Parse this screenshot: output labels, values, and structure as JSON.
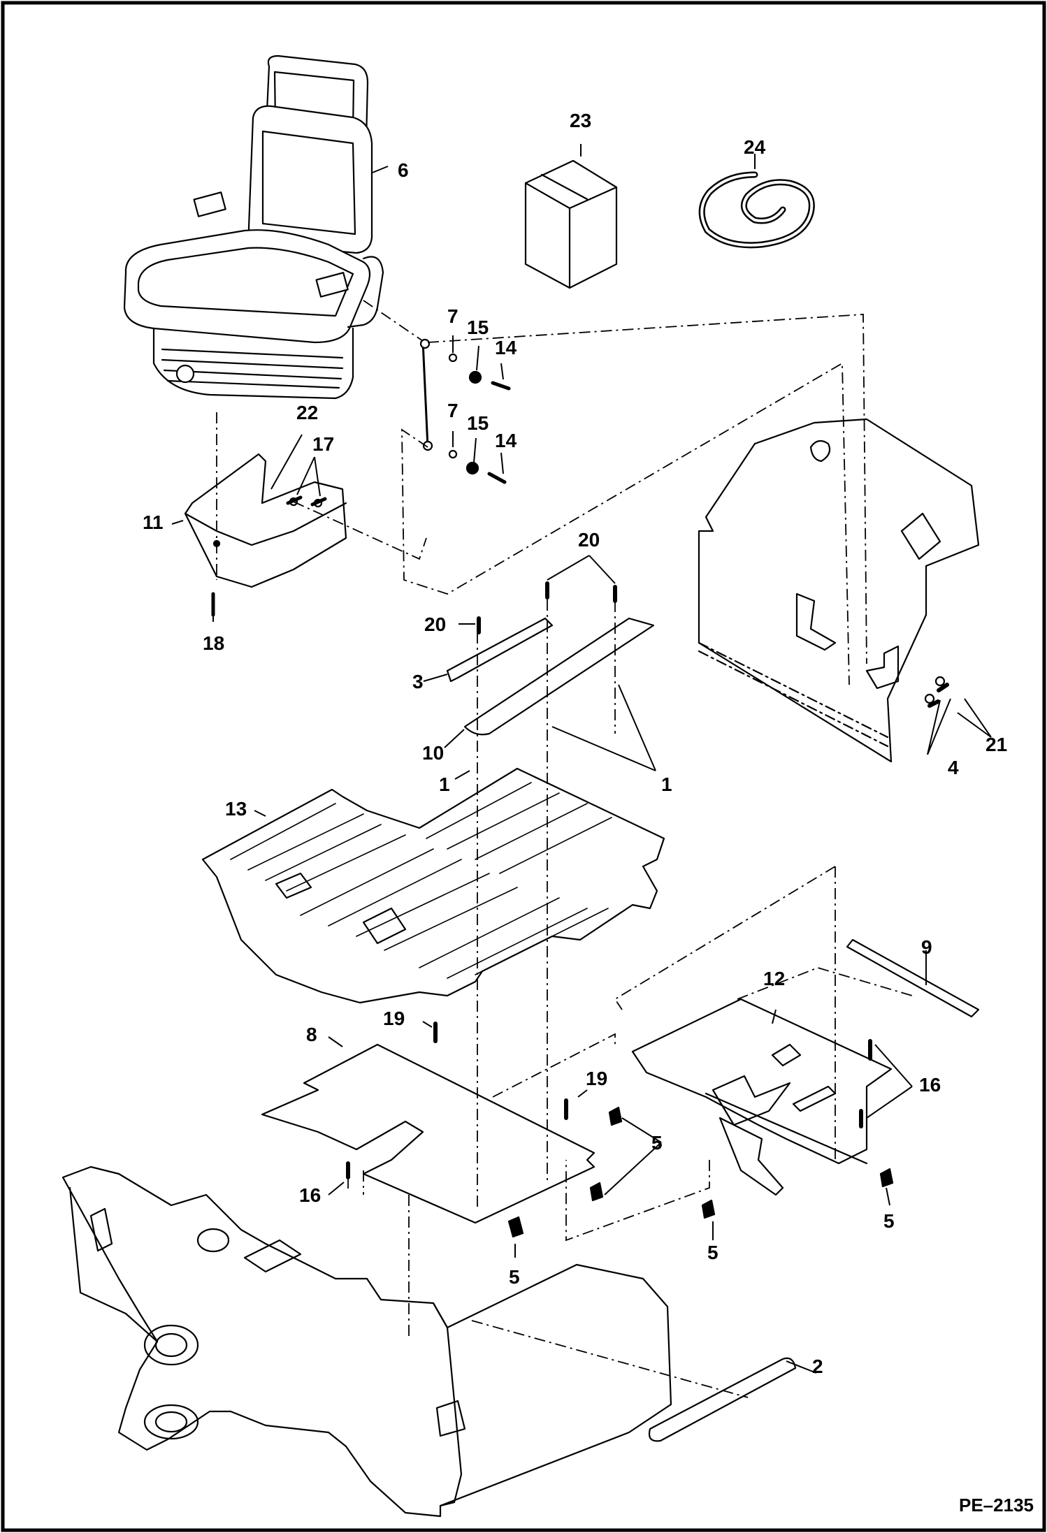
{
  "drawing_number": "PE–2135",
  "callouts": {
    "c1a": "1",
    "c1b": "1",
    "c2": "2",
    "c3": "3",
    "c4": "4",
    "c5a": "5",
    "c5b": "5",
    "c5c": "5",
    "c5d": "5",
    "c6": "6",
    "c7a": "7",
    "c7b": "7",
    "c8": "8",
    "c9": "9",
    "c10": "10",
    "c11": "11",
    "c12": "12",
    "c13": "13",
    "c14a": "14",
    "c14b": "14",
    "c15a": "15",
    "c15b": "15",
    "c16a": "16",
    "c16b": "16",
    "c17": "17",
    "c18": "18",
    "c19a": "19",
    "c19b": "19",
    "c20a": "20",
    "c20b": "20",
    "c21": "21",
    "c22": "22",
    "c23": "23",
    "c24": "24"
  }
}
